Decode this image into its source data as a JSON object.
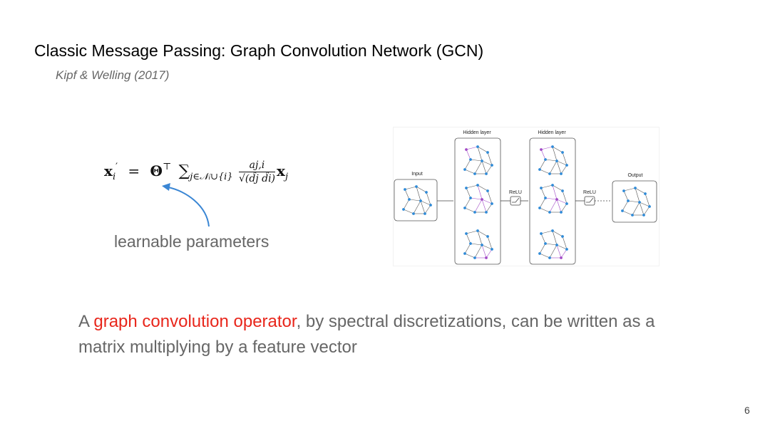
{
  "slide": {
    "title": "Classic Message Passing: Graph Convolution Network (GCN)",
    "subtitle": "Kipf & Welling (2017)",
    "annotation": "learnable parameters",
    "body": {
      "prefix": "A ",
      "highlight": "graph convolution operator",
      "suffix": ", by spectral discretizations, can be written as a matrix multiplying by a feature vector"
    },
    "page_number": "6",
    "highlight_color": "#e8261b"
  },
  "formula": {
    "lhs": "x",
    "lhs_sub": "i",
    "lhs_prime": "′",
    "equals": "=",
    "theta": "Θ",
    "transpose": "⊤",
    "sum": "∑",
    "sum_sub": "j∈𝒩ᵢ∪{i}",
    "frac_num": "aj,i",
    "frac_den": "√(d̂j d̂i)",
    "rhs": "x",
    "rhs_sub": "j"
  },
  "diagram": {
    "input_label": "Input",
    "hidden_label_1": "Hidden layer",
    "hidden_label_2": "Hidden layer",
    "output_label": "Output",
    "relu_label_1": "ReLU",
    "relu_label_2": "ReLU",
    "ellipsis": "...",
    "node_color": "#2f8bd8",
    "highlight_node_color": "#a24bc7"
  }
}
